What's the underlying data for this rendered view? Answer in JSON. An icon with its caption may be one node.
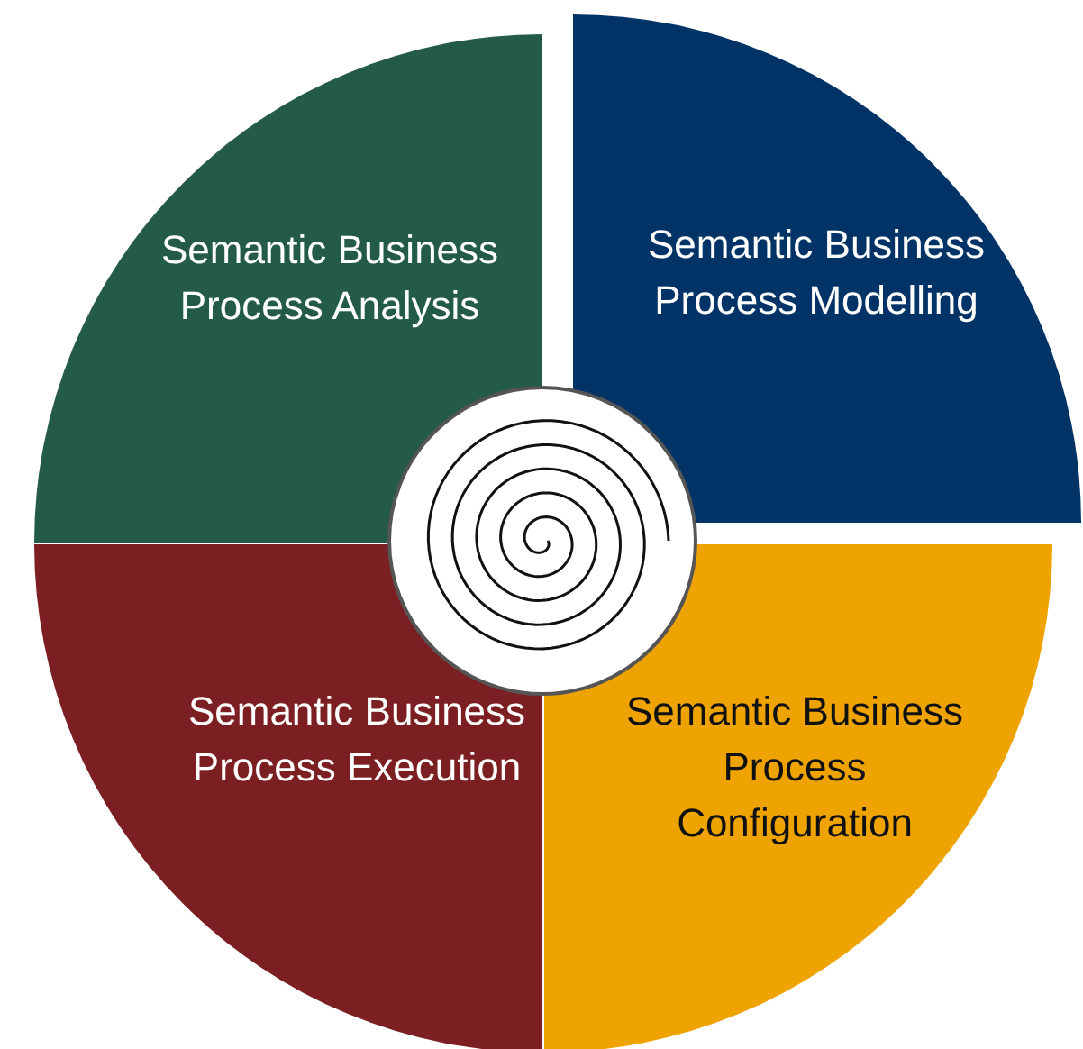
{
  "diagram": {
    "nodes": [
      {
        "text": [
          "Semantic Business Process Analysis"
        ]
      },
      {
        "text": [
          "Semantic Business Process Modelling"
        ]
      },
      {
        "text": [
          "Semantic Business Process Execution"
        ]
      },
      {
        "text": [
          "Semantic Business Process Configuration"
        ]
      }
    ]
  }
}
